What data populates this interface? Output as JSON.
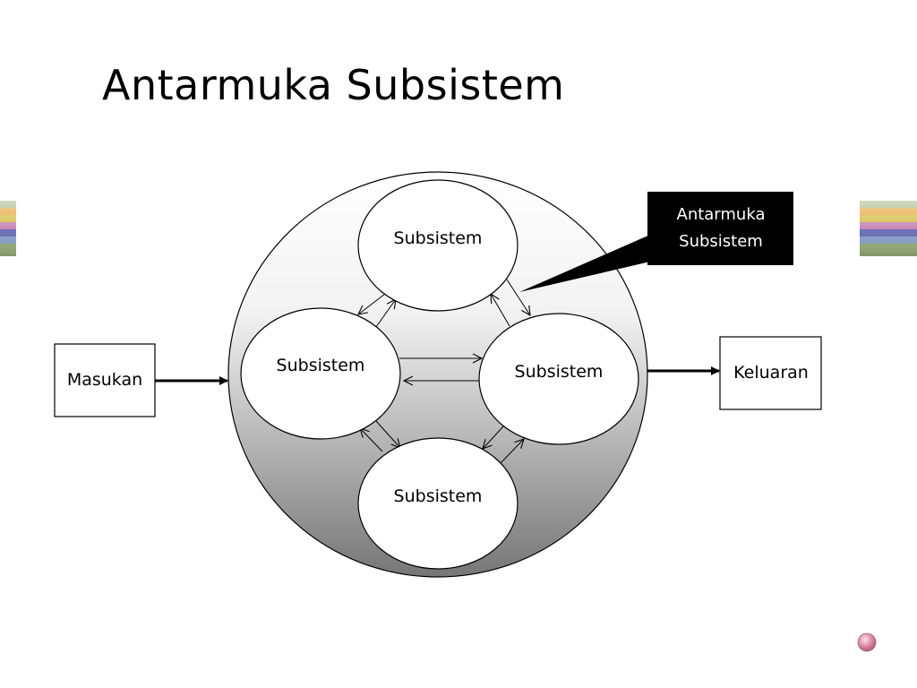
{
  "slide": {
    "title": "Antarmuka Subsistem"
  },
  "diagram": {
    "input_label": "Masukan",
    "output_label": "Keluaran",
    "subsystems": {
      "top": "Subsistem",
      "left": "Subsistem",
      "right": "Subsistem",
      "bottom": "Subsistem"
    },
    "callout": {
      "line1": "Antarmuka",
      "line2": "Subsistem",
      "background": "#000000",
      "text_color": "#ffffff"
    },
    "system_gradient": [
      "#ffffff",
      "#7a7a7a"
    ]
  },
  "decorations": {
    "stripe_colors": [
      "#9bb07a",
      "#e8a33a",
      "#d4c04a",
      "#c98ab8",
      "#6b6fb5",
      "#8aa0c8",
      "#9bb07a"
    ],
    "nav_button_color": "#d9829b"
  }
}
